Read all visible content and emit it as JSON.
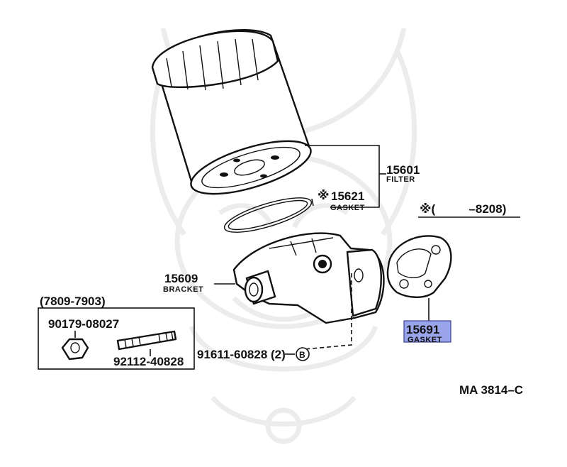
{
  "highlight_color": "#9aa4ea",
  "parts": {
    "filter": {
      "number": "15601",
      "name": "FILTER"
    },
    "filter_gasket": {
      "number": "15621",
      "name": "GASKET",
      "mark": "※"
    },
    "bracket": {
      "number": "15609",
      "name": "BRACKET"
    },
    "bracket_gasket": {
      "number": "15691",
      "name": "GASKET",
      "highlighted": true
    },
    "bolt": {
      "number": "91611-60828",
      "qty": "(2)",
      "ref": "B"
    },
    "nut": {
      "number": "90179-08027"
    },
    "stud": {
      "number": "92112-40828"
    }
  },
  "notes": {
    "date_range": "(7809-7903)",
    "applicability": "※(          –8208)"
  },
  "diagram_code": "MA 3814–C",
  "watermark": {
    "icon": "samurai-mask-logo"
  }
}
